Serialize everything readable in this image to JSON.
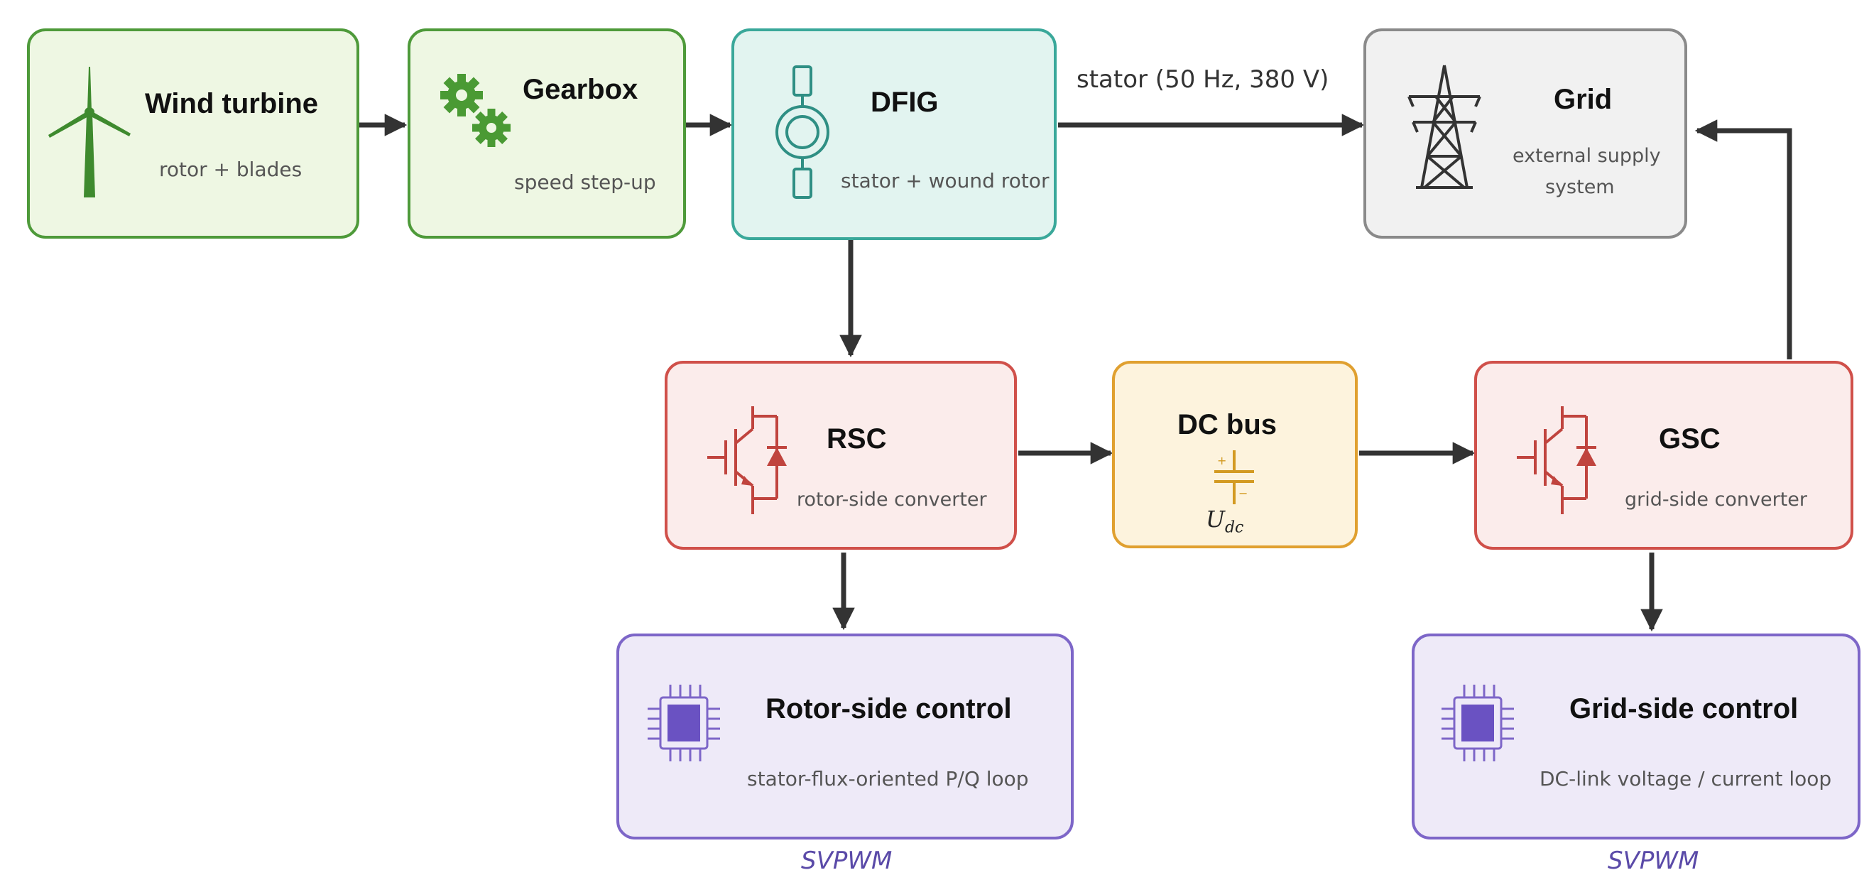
{
  "nodes": {
    "wind_turbine": {
      "title": "Wind turbine",
      "subtitle": "rotor + blades",
      "icon": "wind-turbine-icon"
    },
    "gearbox": {
      "title": "Gearbox",
      "subtitle": "speed step-up",
      "icon": "gears-icon"
    },
    "dfig": {
      "title": "DFIG",
      "subtitle": "stator + wound rotor",
      "icon": "generator-icon"
    },
    "grid": {
      "title": "Grid",
      "subtitle_line1": "external supply",
      "subtitle_line2": "system",
      "icon": "transmission-tower-icon"
    },
    "rsc": {
      "title": "RSC",
      "subtitle": "rotor-side converter",
      "icon": "igbt-icon"
    },
    "dc_bus": {
      "title": "DC bus",
      "label": "U",
      "label_sub": "dc",
      "icon": "capacitor-icon"
    },
    "gsc": {
      "title": "GSC",
      "subtitle": "grid-side converter",
      "icon": "igbt-icon"
    },
    "rotor_control": {
      "title": "Rotor-side control",
      "subtitle": "stator-flux-oriented P/Q loop",
      "icon": "chip-icon"
    },
    "grid_control": {
      "title": "Grid-side control",
      "subtitle": "DC-link voltage / current loop",
      "icon": "chip-icon"
    }
  },
  "edges": {
    "stator_link": "stator (50 Hz, 380 V)",
    "rotor_pwm": "SVPWM",
    "grid_pwm": "SVPWM"
  },
  "colors": {
    "green": "#4e9a3a",
    "teal": "#3aa89a",
    "gray": "#8a8a8a",
    "red": "#d0504a",
    "orange": "#e0a030",
    "purple": "#7d66c8",
    "arrow": "#333333"
  }
}
